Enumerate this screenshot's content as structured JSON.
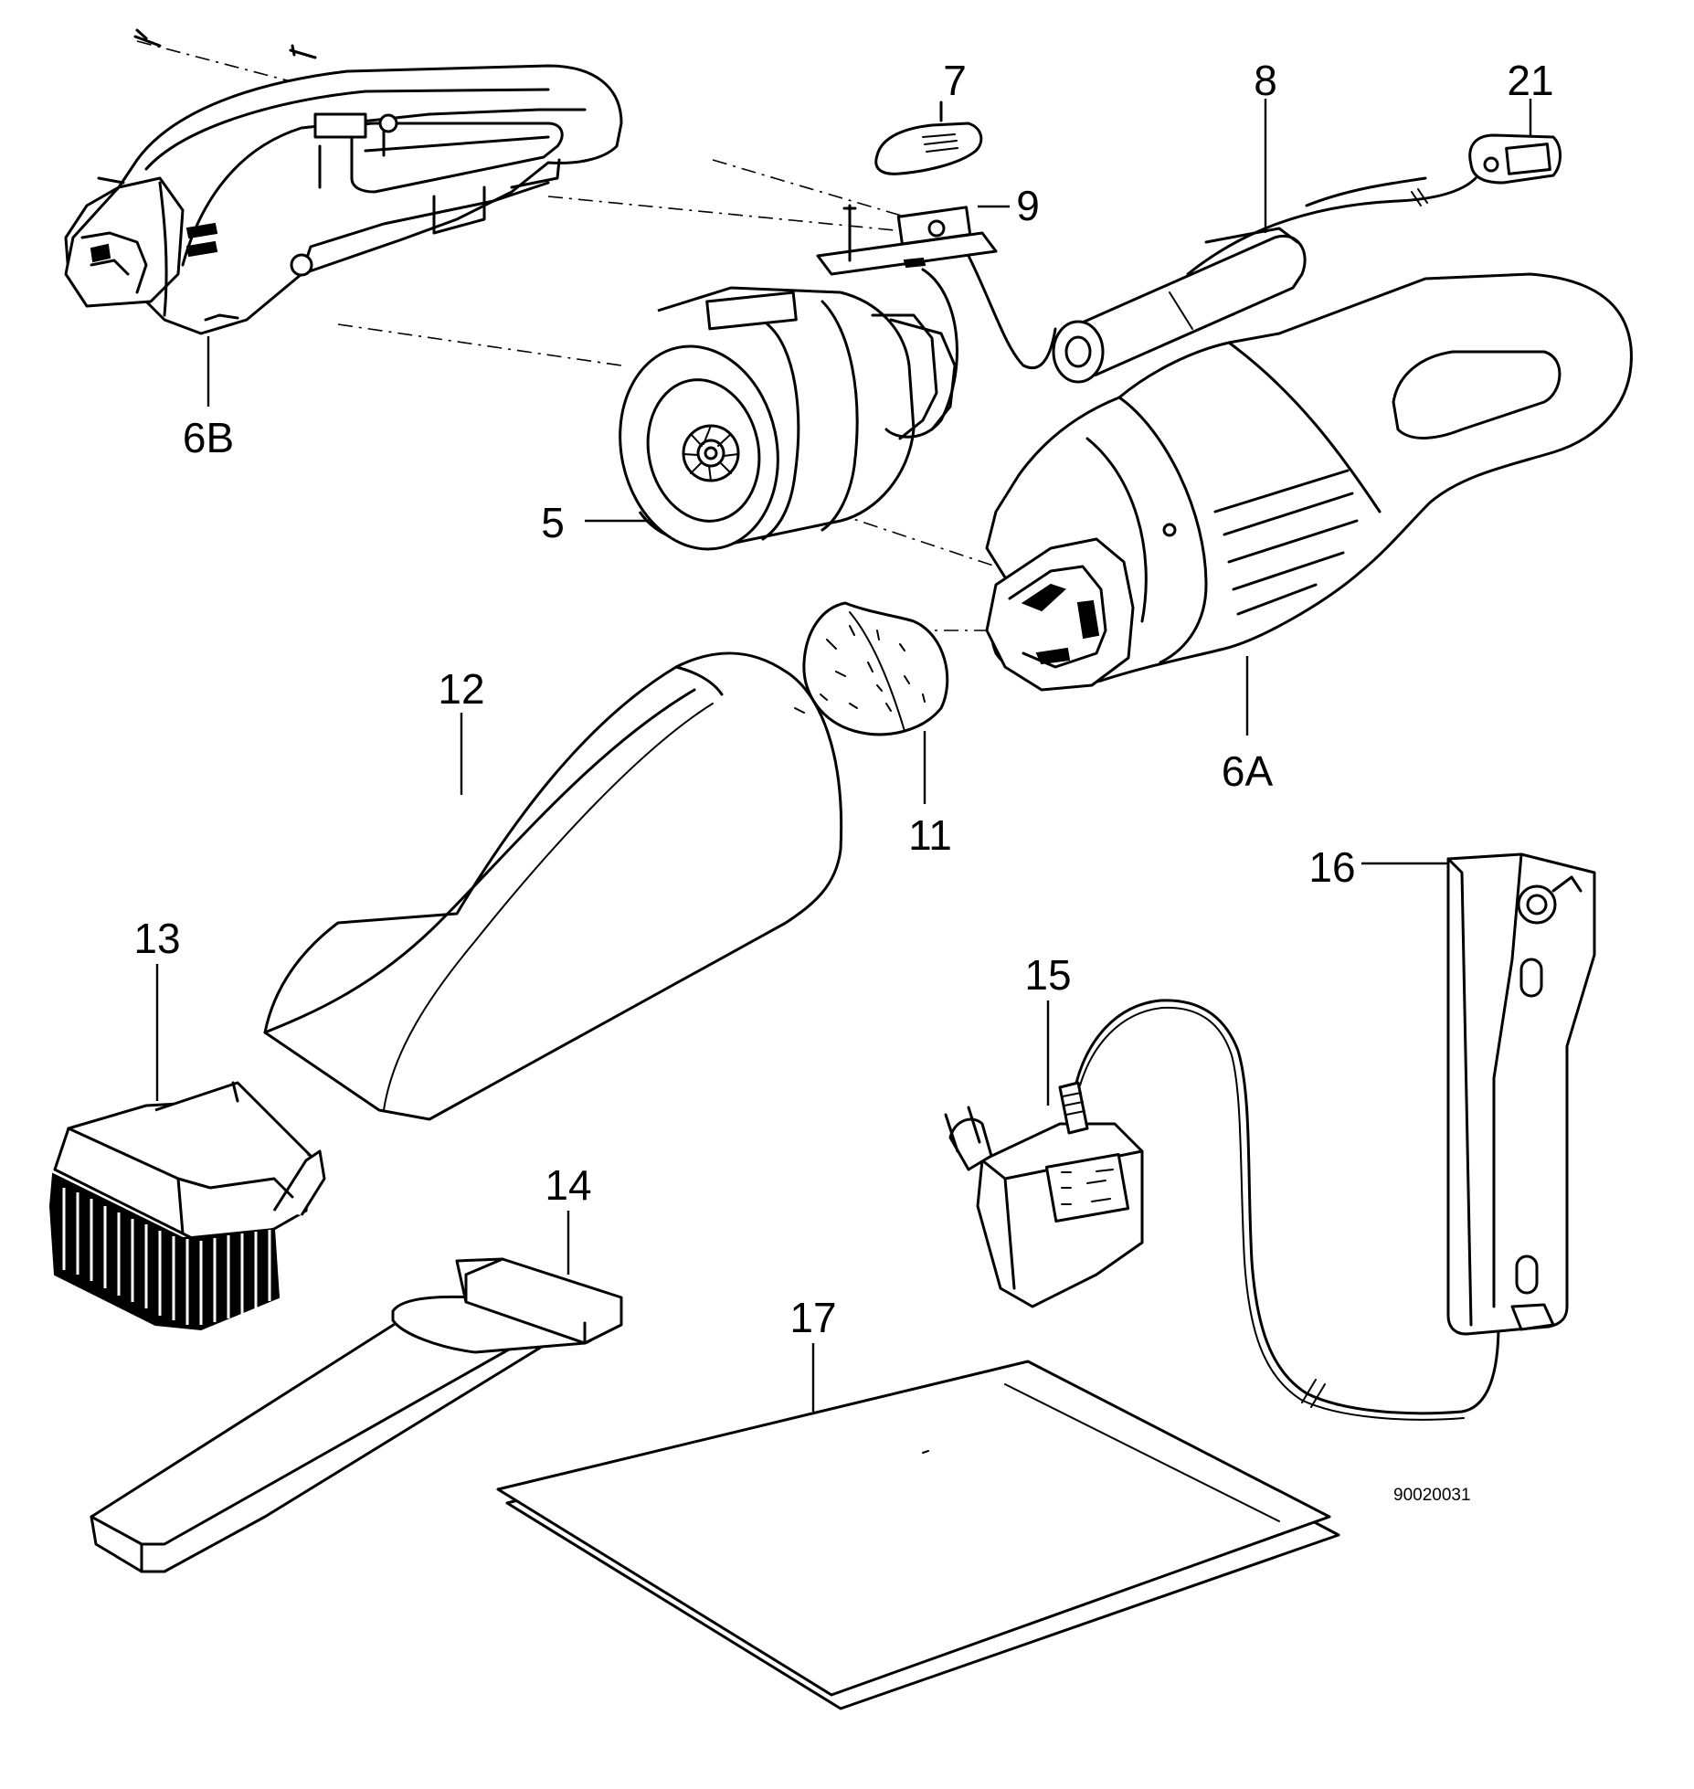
{
  "drawing_code": "90020031",
  "parts": [
    {
      "id": "p5",
      "label": "5"
    },
    {
      "id": "p6A",
      "label": "6A"
    },
    {
      "id": "p6B",
      "label": "6B"
    },
    {
      "id": "p7",
      "label": "7"
    },
    {
      "id": "p8",
      "label": "8"
    },
    {
      "id": "p9",
      "label": "9"
    },
    {
      "id": "p11",
      "label": "11"
    },
    {
      "id": "p12",
      "label": "12"
    },
    {
      "id": "p13",
      "label": "13"
    },
    {
      "id": "p14",
      "label": "14"
    },
    {
      "id": "p15",
      "label": "15"
    },
    {
      "id": "p16",
      "label": "16"
    },
    {
      "id": "p17",
      "label": "17"
    },
    {
      "id": "p21",
      "label": "21"
    }
  ]
}
